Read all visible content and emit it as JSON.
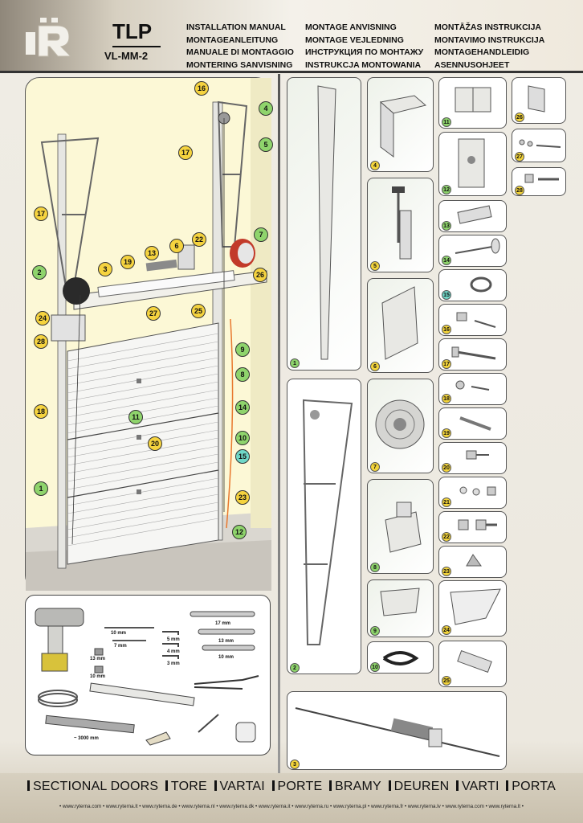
{
  "header": {
    "product": "TLP",
    "model": "VL-MM-2",
    "titles_col1": [
      "INSTALLATION MANUAL",
      "MONTAGEANLEITUNG",
      "MANUALE DI MONTAGGIO",
      "MONTERING SANVISNING"
    ],
    "titles_col2": [
      "MONTAGE ANVISNING",
      "MONTAGE VEJLEDNING",
      "ИНСТРУКЦИЯ ПО МОНТАЖУ",
      "INSTRUKCJA MONTOWANIA"
    ],
    "titles_col3": [
      "MONTĀŽAS INSTRUKCIJA",
      "MONTAVIMO INSTRUKCIJA",
      "MONTAGEHANDLEIDIG",
      "ASENNUSOHJEET"
    ]
  },
  "scene_callouts": [
    {
      "n": "16",
      "c": "y"
    },
    {
      "n": "4",
      "c": "gr"
    },
    {
      "n": "5",
      "c": "gr"
    },
    {
      "n": "17",
      "c": "y"
    },
    {
      "n": "17",
      "c": "y"
    },
    {
      "n": "7",
      "c": "gr"
    },
    {
      "n": "22",
      "c": "y"
    },
    {
      "n": "6",
      "c": "y"
    },
    {
      "n": "13",
      "c": "y"
    },
    {
      "n": "19",
      "c": "y"
    },
    {
      "n": "3",
      "c": "y"
    },
    {
      "n": "2",
      "c": "gr"
    },
    {
      "n": "26",
      "c": "y"
    },
    {
      "n": "27",
      "c": "y"
    },
    {
      "n": "25",
      "c": "y"
    },
    {
      "n": "24",
      "c": "y"
    },
    {
      "n": "28",
      "c": "y"
    },
    {
      "n": "9",
      "c": "gr"
    },
    {
      "n": "8",
      "c": "gr"
    },
    {
      "n": "18",
      "c": "y"
    },
    {
      "n": "11",
      "c": "gr"
    },
    {
      "n": "14",
      "c": "gr"
    },
    {
      "n": "10",
      "c": "gr"
    },
    {
      "n": "20",
      "c": "y"
    },
    {
      "n": "15",
      "c": "t"
    },
    {
      "n": "1",
      "c": "gr"
    },
    {
      "n": "23",
      "c": "y"
    },
    {
      "n": "12",
      "c": "gr"
    }
  ],
  "tools": {
    "wrench_sizes": [
      "17 mm",
      "13 mm",
      "10 mm"
    ],
    "hex_keys": [
      "5 mm",
      "4 mm",
      "3 mm"
    ],
    "drill_bits": [
      "10 mm",
      "7 mm"
    ],
    "socket_sizes": [
      "13 mm",
      "10 mm"
    ],
    "tape_length": "~ 3000 mm"
  },
  "parts": [
    {
      "n": "1"
    },
    {
      "n": "2"
    },
    {
      "n": "3"
    },
    {
      "n": "4"
    },
    {
      "n": "5"
    },
    {
      "n": "6"
    },
    {
      "n": "7"
    },
    {
      "n": "8"
    },
    {
      "n": "9"
    },
    {
      "n": "10"
    },
    {
      "n": "11"
    },
    {
      "n": "12"
    },
    {
      "n": "13"
    },
    {
      "n": "14"
    },
    {
      "n": "15"
    },
    {
      "n": "16"
    },
    {
      "n": "17"
    },
    {
      "n": "18"
    },
    {
      "n": "19"
    },
    {
      "n": "20"
    },
    {
      "n": "21"
    },
    {
      "n": "22"
    },
    {
      "n": "23"
    },
    {
      "n": "24"
    },
    {
      "n": "25"
    },
    {
      "n": "26"
    },
    {
      "n": "27"
    },
    {
      "n": "28"
    }
  ],
  "footer": {
    "categories": [
      "SECTIONAL DOORS",
      "TORE",
      "VARTAI",
      "PORTE",
      "BRAMY",
      "DEUREN",
      "VARTI",
      "PORTA"
    ],
    "urls": "• www.ryterna.com • www.ryterna.lt • www.ryterna.de • www.ryterna.nl • www.ryterna.dk • www.ryterna.it • www.ryterna.ru • www.ryterna.pl • www.ryterna.fr • www.ryterna.lv • www.ryterna.com • www.ryterna.lt •"
  },
  "colors": {
    "yellow_callout": "#f5d33f",
    "green_callout": "#8fd46c",
    "teal_callout": "#6fd8c8",
    "wall": "#fcf8d6",
    "spring_red": "#c23a2a"
  }
}
